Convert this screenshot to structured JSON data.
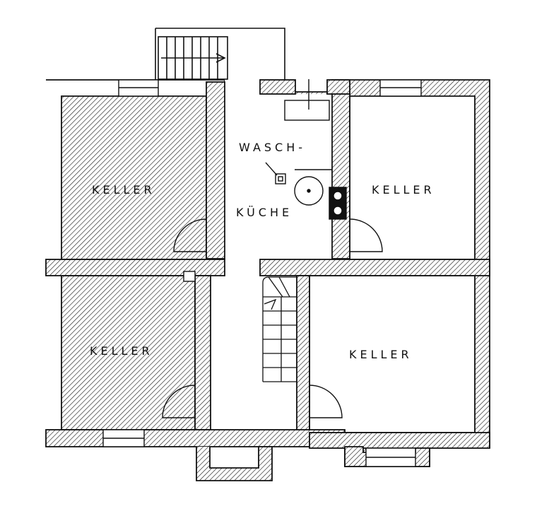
{
  "rooms": {
    "keller_top_left": "KELLER",
    "keller_top_right": "KELLER",
    "keller_bottom_left": "KELLER",
    "keller_bottom_right": "KELLER"
  },
  "waschkueche": {
    "line1": "WASCH-",
    "line2": "KÜCHE"
  }
}
